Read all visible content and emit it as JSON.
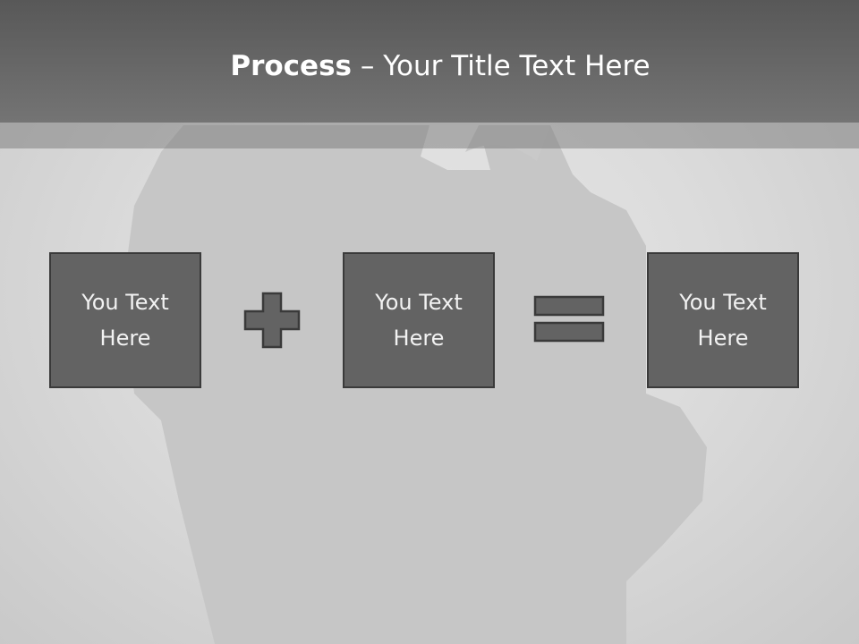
{
  "title": {
    "bold": "Process",
    "rest": " – Your Title Text Here"
  },
  "boxes": [
    {
      "label": "You Text\nHere"
    },
    {
      "label": "You Text\nHere"
    },
    {
      "label": "You Text\nHere"
    }
  ],
  "operators": [
    "plus",
    "equals"
  ],
  "colors": {
    "title_bar": "#676767",
    "box_fill": "#636363",
    "box_border": "#3a3a3a",
    "box_text": "#f2f2f2",
    "background": "#d9d9d9",
    "silhouette": "#c6c6c6"
  }
}
